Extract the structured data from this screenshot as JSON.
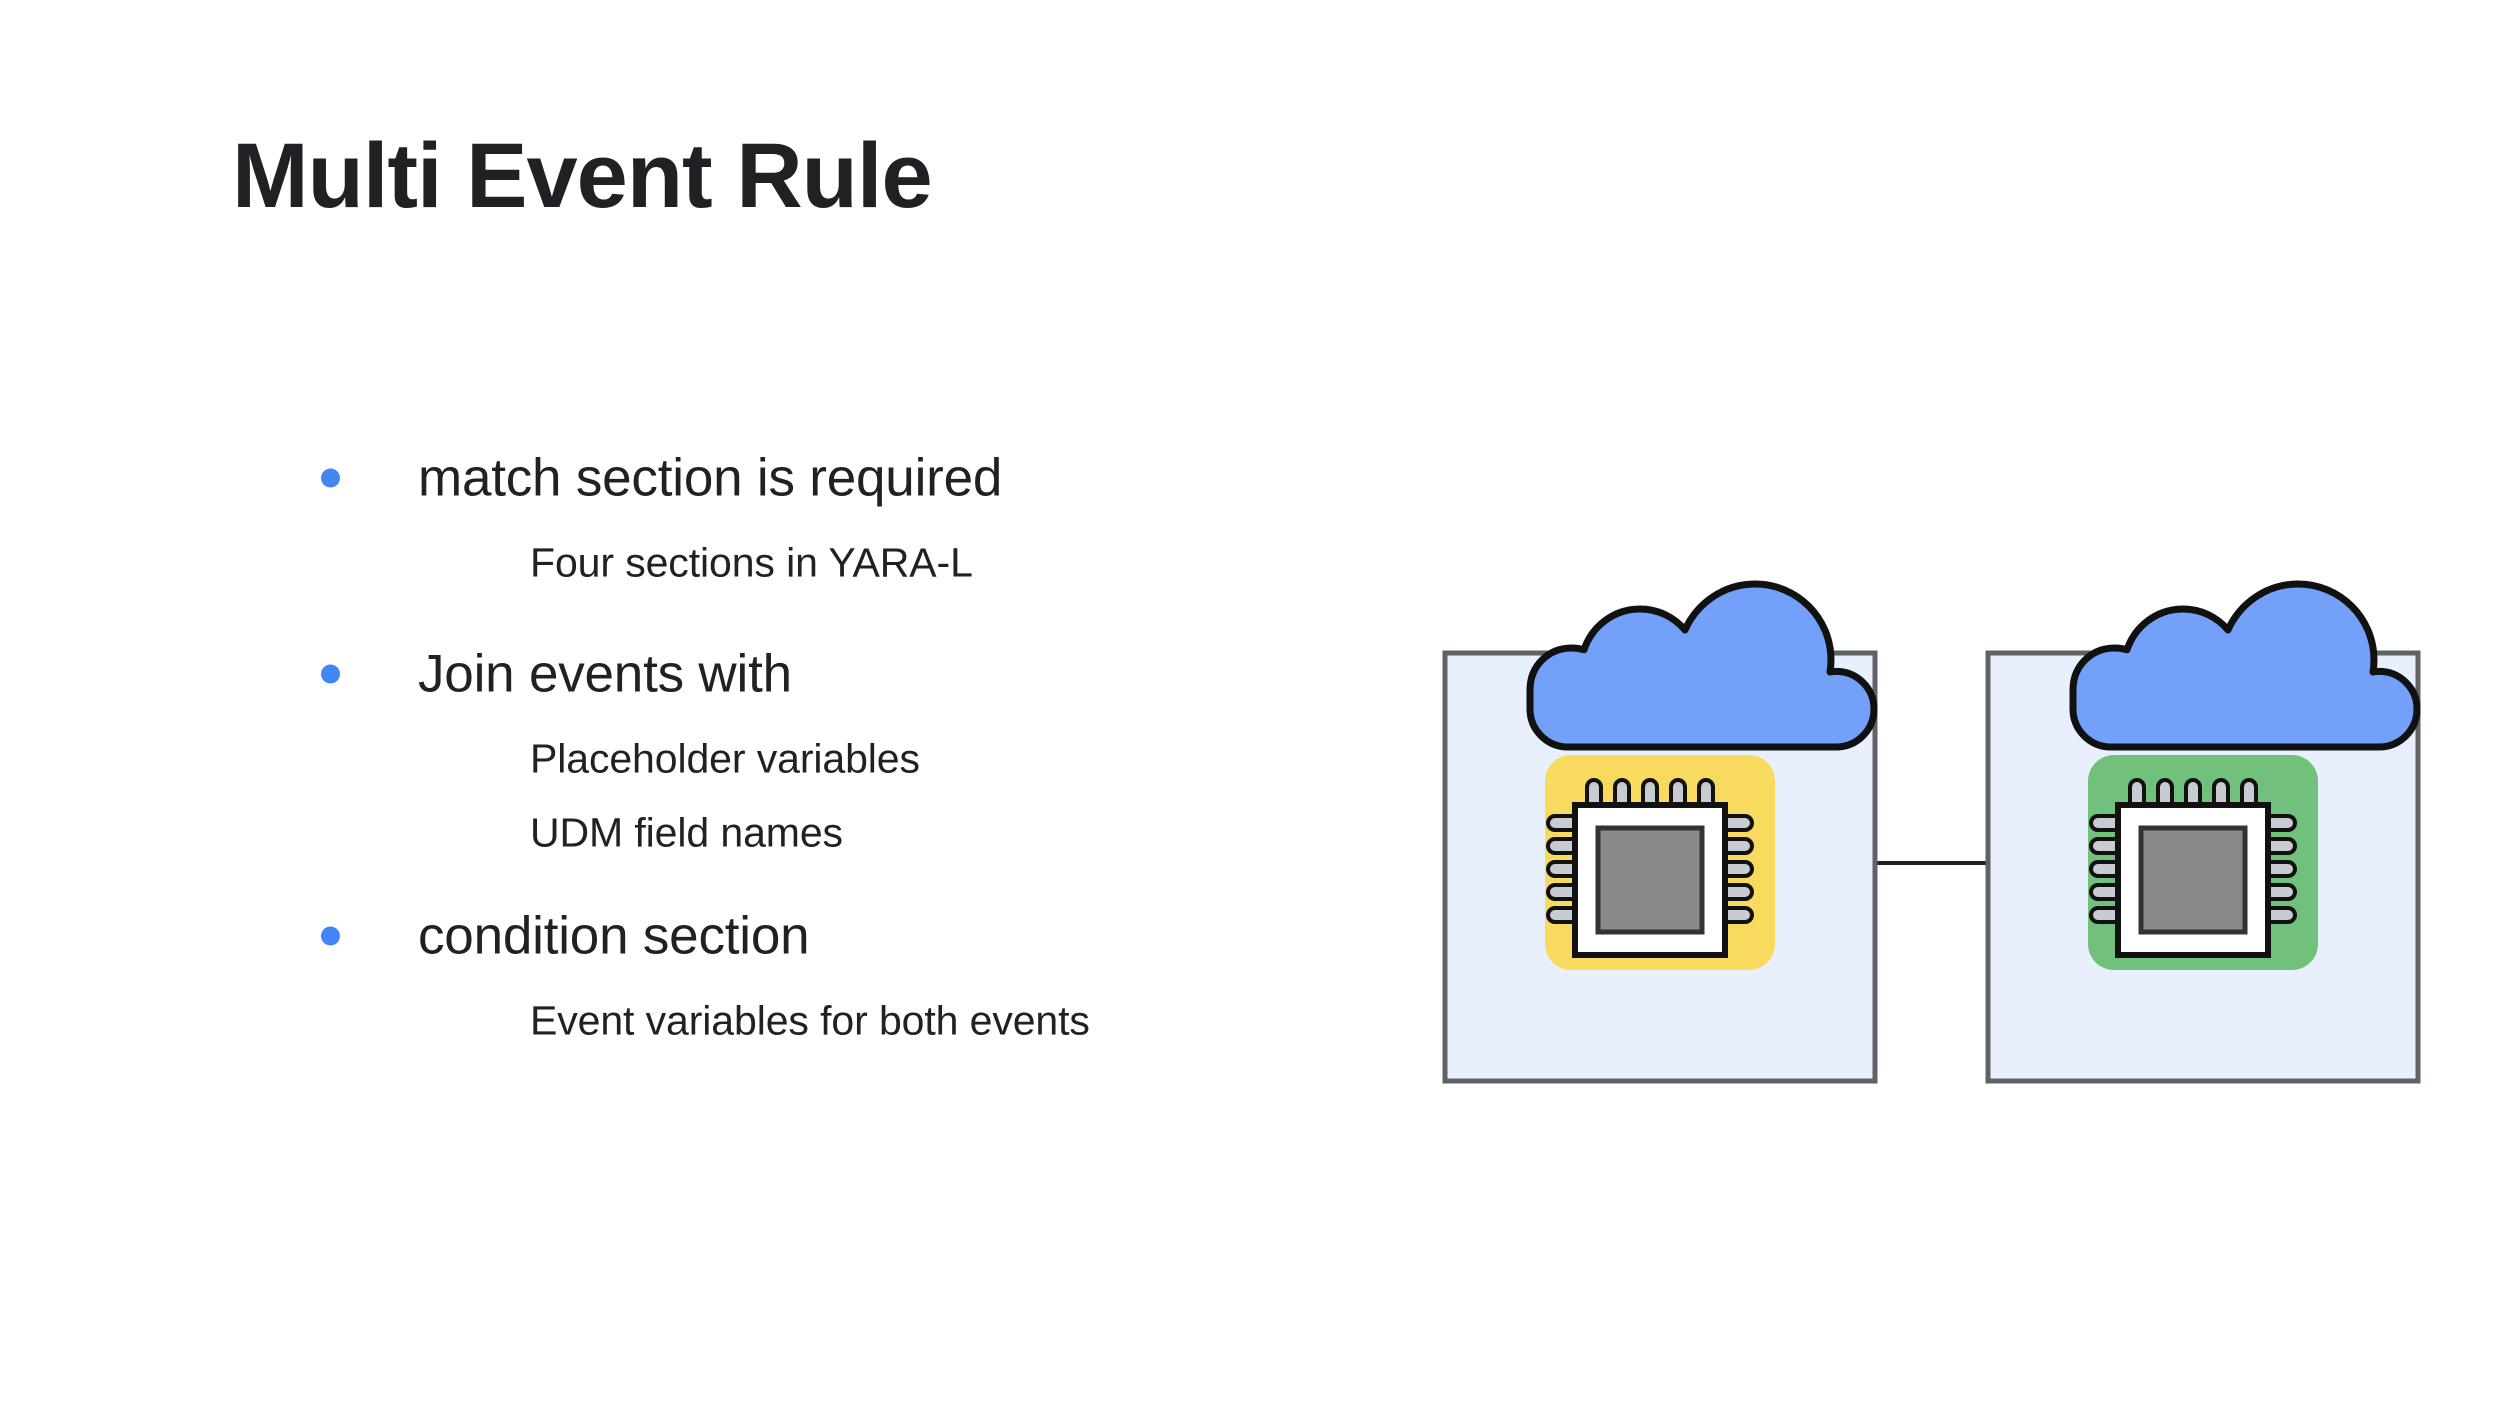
{
  "slide": {
    "title": "Multi Event Rule",
    "background_color": "#ffffff",
    "text_color": "#202124"
  },
  "content": {
    "bullets": [
      {
        "label": "match section is required",
        "sub_items": [
          "Four sections in YARA-L"
        ]
      },
      {
        "label": "Join events with",
        "sub_items": [
          "Placeholder variables",
          "UDM field names"
        ]
      },
      {
        "label": "condition section",
        "sub_items": [
          "Event variables for both events"
        ]
      }
    ],
    "bullet_marker_color": "#4285F4"
  },
  "diagram": {
    "name": "two-linked-cloud-systems",
    "description": "Two boxed cloud systems each containing a chip, joined by a horizontal connector line",
    "connector": {
      "name": "connector-line",
      "color": "#202124"
    },
    "nodes": [
      {
        "id": "left-event-node",
        "cloud_icon": "cloud-icon",
        "cloud_color": "#73A1FA",
        "box_fill": "#E8F0FE",
        "box_stroke": "#5F6368",
        "chip_icon": "chip-icon",
        "chip_background_color": "#F7DA5E",
        "chip_body_color": "#FFFFFF",
        "chip_die_color": "#8A8A8A",
        "chip_pin_color": "#C8CCD0",
        "chip_pins_per_side": 5
      },
      {
        "id": "right-event-node",
        "cloud_icon": "cloud-icon",
        "cloud_color": "#73A1FA",
        "box_fill": "#E8F0FE",
        "box_stroke": "#5F6368",
        "chip_icon": "chip-icon",
        "chip_background_color": "#71C07C",
        "chip_body_color": "#FFFFFF",
        "chip_die_color": "#8A8A8A",
        "chip_pin_color": "#C8CCD0",
        "chip_pins_per_side": 5
      }
    ]
  }
}
